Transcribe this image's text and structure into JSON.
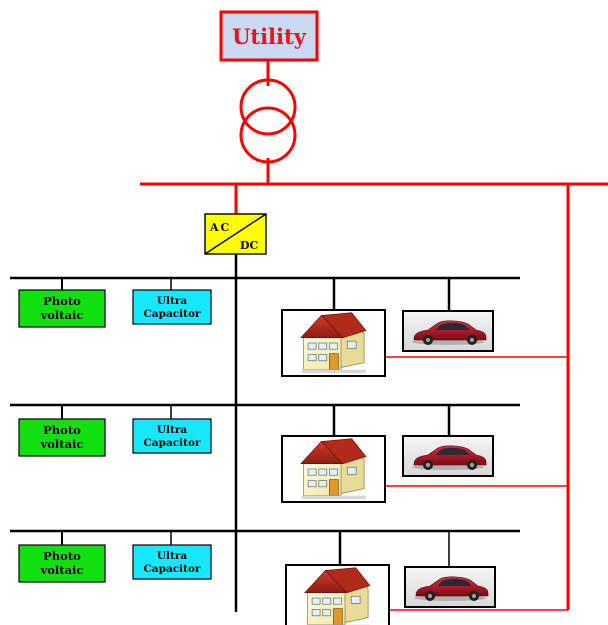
{
  "colors": {
    "ac_line": "#ff0000",
    "dc_line": "#000000",
    "utility_fill": "#c9daf2",
    "utility_border": "#ff0000",
    "utility_text": "#e8141b",
    "converter_fill": "#ffff00",
    "pv_fill": "#10e010",
    "ultracap_fill": "#18e8ff",
    "car_color": "#b01020"
  },
  "utility": {
    "label": "Utility"
  },
  "converter": {
    "label_top": "AC",
    "label_bottom": "DC"
  },
  "rows": [
    {
      "pv": {
        "line1": "Photo",
        "line2": "voltaic"
      },
      "ultracap": {
        "line1": "Ultra",
        "line2": "Capacitor"
      },
      "house_icon": "house-icon",
      "car_icon": "car-icon"
    },
    {
      "pv": {
        "line1": "Photo",
        "line2": "voltaic"
      },
      "ultracap": {
        "line1": "Ultra",
        "line2": "Capacitor"
      },
      "house_icon": "house-icon",
      "car_icon": "car-icon"
    },
    {
      "pv": {
        "line1": "Photo",
        "line2": "voltaic"
      },
      "ultracap": {
        "line1": "Ultra",
        "line2": "Capacitor"
      },
      "house_icon": "house-icon",
      "car_icon": "car-icon"
    }
  ]
}
